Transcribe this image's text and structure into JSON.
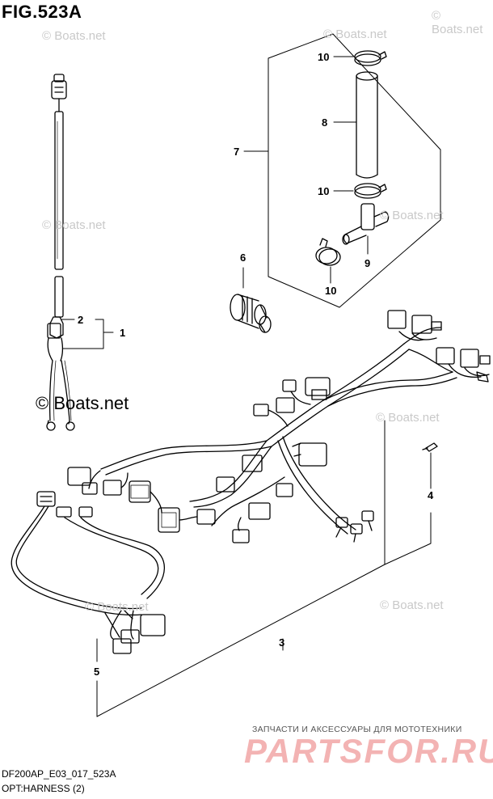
{
  "figure": {
    "title": "FIG.523A",
    "diagram_code": "DF200AP_E03_017_523A",
    "caption": "OPT:HARNESS (2)"
  },
  "watermarks": {
    "faint": "© Boats.net",
    "strong": "© Boats.net"
  },
  "callouts": {
    "c1": "1",
    "c2": "2",
    "c3": "3",
    "c4": "4",
    "c5": "5",
    "c6": "6",
    "c7": "7",
    "c8": "8",
    "c9": "9",
    "c10_top": "10",
    "c10_mid": "10",
    "c10_bottom": "10"
  },
  "shop": {
    "tagline": "ЗАПЧАСТИ И АКСЕССУАРЫ ДЛЯ МОТОТЕХНИКИ",
    "brand": "PARTSFOR.RU"
  }
}
